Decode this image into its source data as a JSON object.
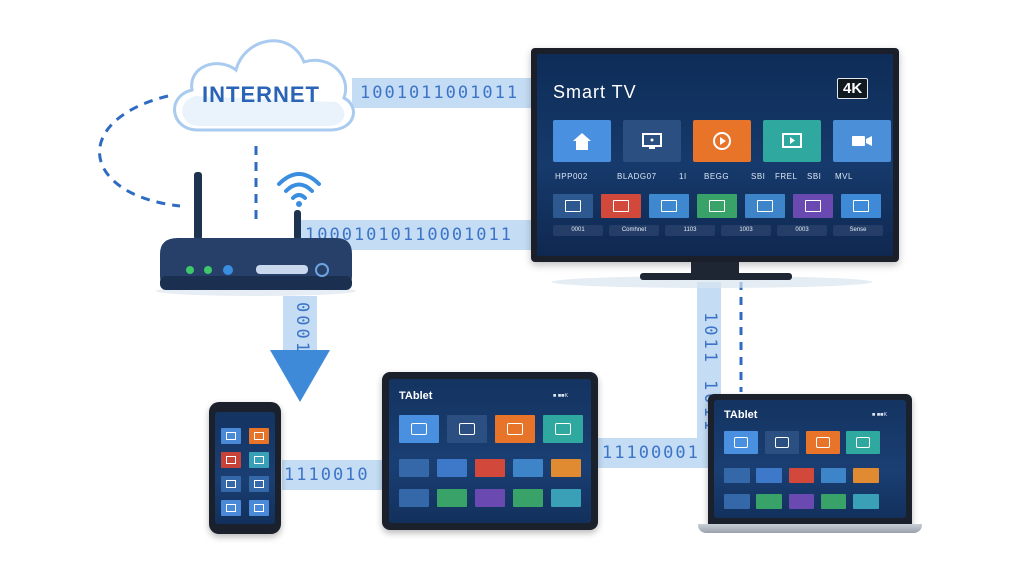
{
  "cloud": {
    "label": "INTERNET"
  },
  "streams": {
    "cloud_to_tv": "1001011001011",
    "router_to_tv": "10001010110001011",
    "router_to_phone": "0001",
    "phone_to_tablet": "1110010",
    "tablet_to_laptop": "11100001",
    "tv_down_left": "1011",
    "tv_down_right": "1011"
  },
  "tv": {
    "title": "Smart TV",
    "badge": "4K",
    "row1": [
      {
        "icon": "home-icon",
        "color": "#4a90e0"
      },
      {
        "icon": "monitor-icon",
        "color": "#2b4f80"
      },
      {
        "icon": "play-circle-icon",
        "color": "#e8742a"
      },
      {
        "icon": "play-screen-icon",
        "color": "#2fa8a0"
      },
      {
        "icon": "video-icon",
        "color": "#4a8fd8"
      }
    ],
    "row1_labels": [
      "HPP002",
      "BLADG07",
      "1I",
      "BEGG",
      "SBI",
      "FREL",
      "SBI",
      "MVL"
    ],
    "row2_colors": [
      "#2e5990",
      "#d2483a",
      "#3e88d0",
      "#38a268",
      "#3e84c8",
      "#6a4ab0",
      "#3f8ad6"
    ],
    "row2_labels": [
      "0001",
      "Comhnet",
      "1103",
      "1003",
      "0003",
      "Sense"
    ]
  },
  "phone": {
    "tiles": [
      "#4a88d8",
      "#e8742a",
      "#c8423a",
      "#3aa0b8",
      "#3468a8",
      "#3468a8",
      "#4a8ad8",
      "#4a8ad8"
    ]
  },
  "tablet": {
    "title": "TAblet",
    "status": "■ ■■K",
    "row1_colors": [
      "#4a90e0",
      "#2b4f80",
      "#e8742a",
      "#2fa8a0"
    ],
    "row2_colors": [
      "#3468a8",
      "#3e78c8",
      "#d2483a",
      "#3e84c8",
      "#e08a32"
    ],
    "row3_colors": [
      "#3468a8",
      "#38a268",
      "#6a4ab0",
      "#38a268",
      "#3aa0b8"
    ]
  },
  "laptop": {
    "title": "TAblet",
    "status": "■ ■■K",
    "row1_colors": [
      "#4a90e0",
      "#2b4f80",
      "#e8742a",
      "#2fa8a0"
    ],
    "row2_colors": [
      "#3468a8",
      "#3e78c8",
      "#d2483a",
      "#3e84c8",
      "#e08a32"
    ],
    "row3_colors": [
      "#3468a8",
      "#38a268",
      "#6a4ab0",
      "#38a268",
      "#3aa0b8"
    ]
  },
  "colors": {
    "link": "#bcd8f3",
    "stream": "#3d74c7",
    "arrow": "#3e8ad8",
    "dash": "#2f6bc2"
  }
}
